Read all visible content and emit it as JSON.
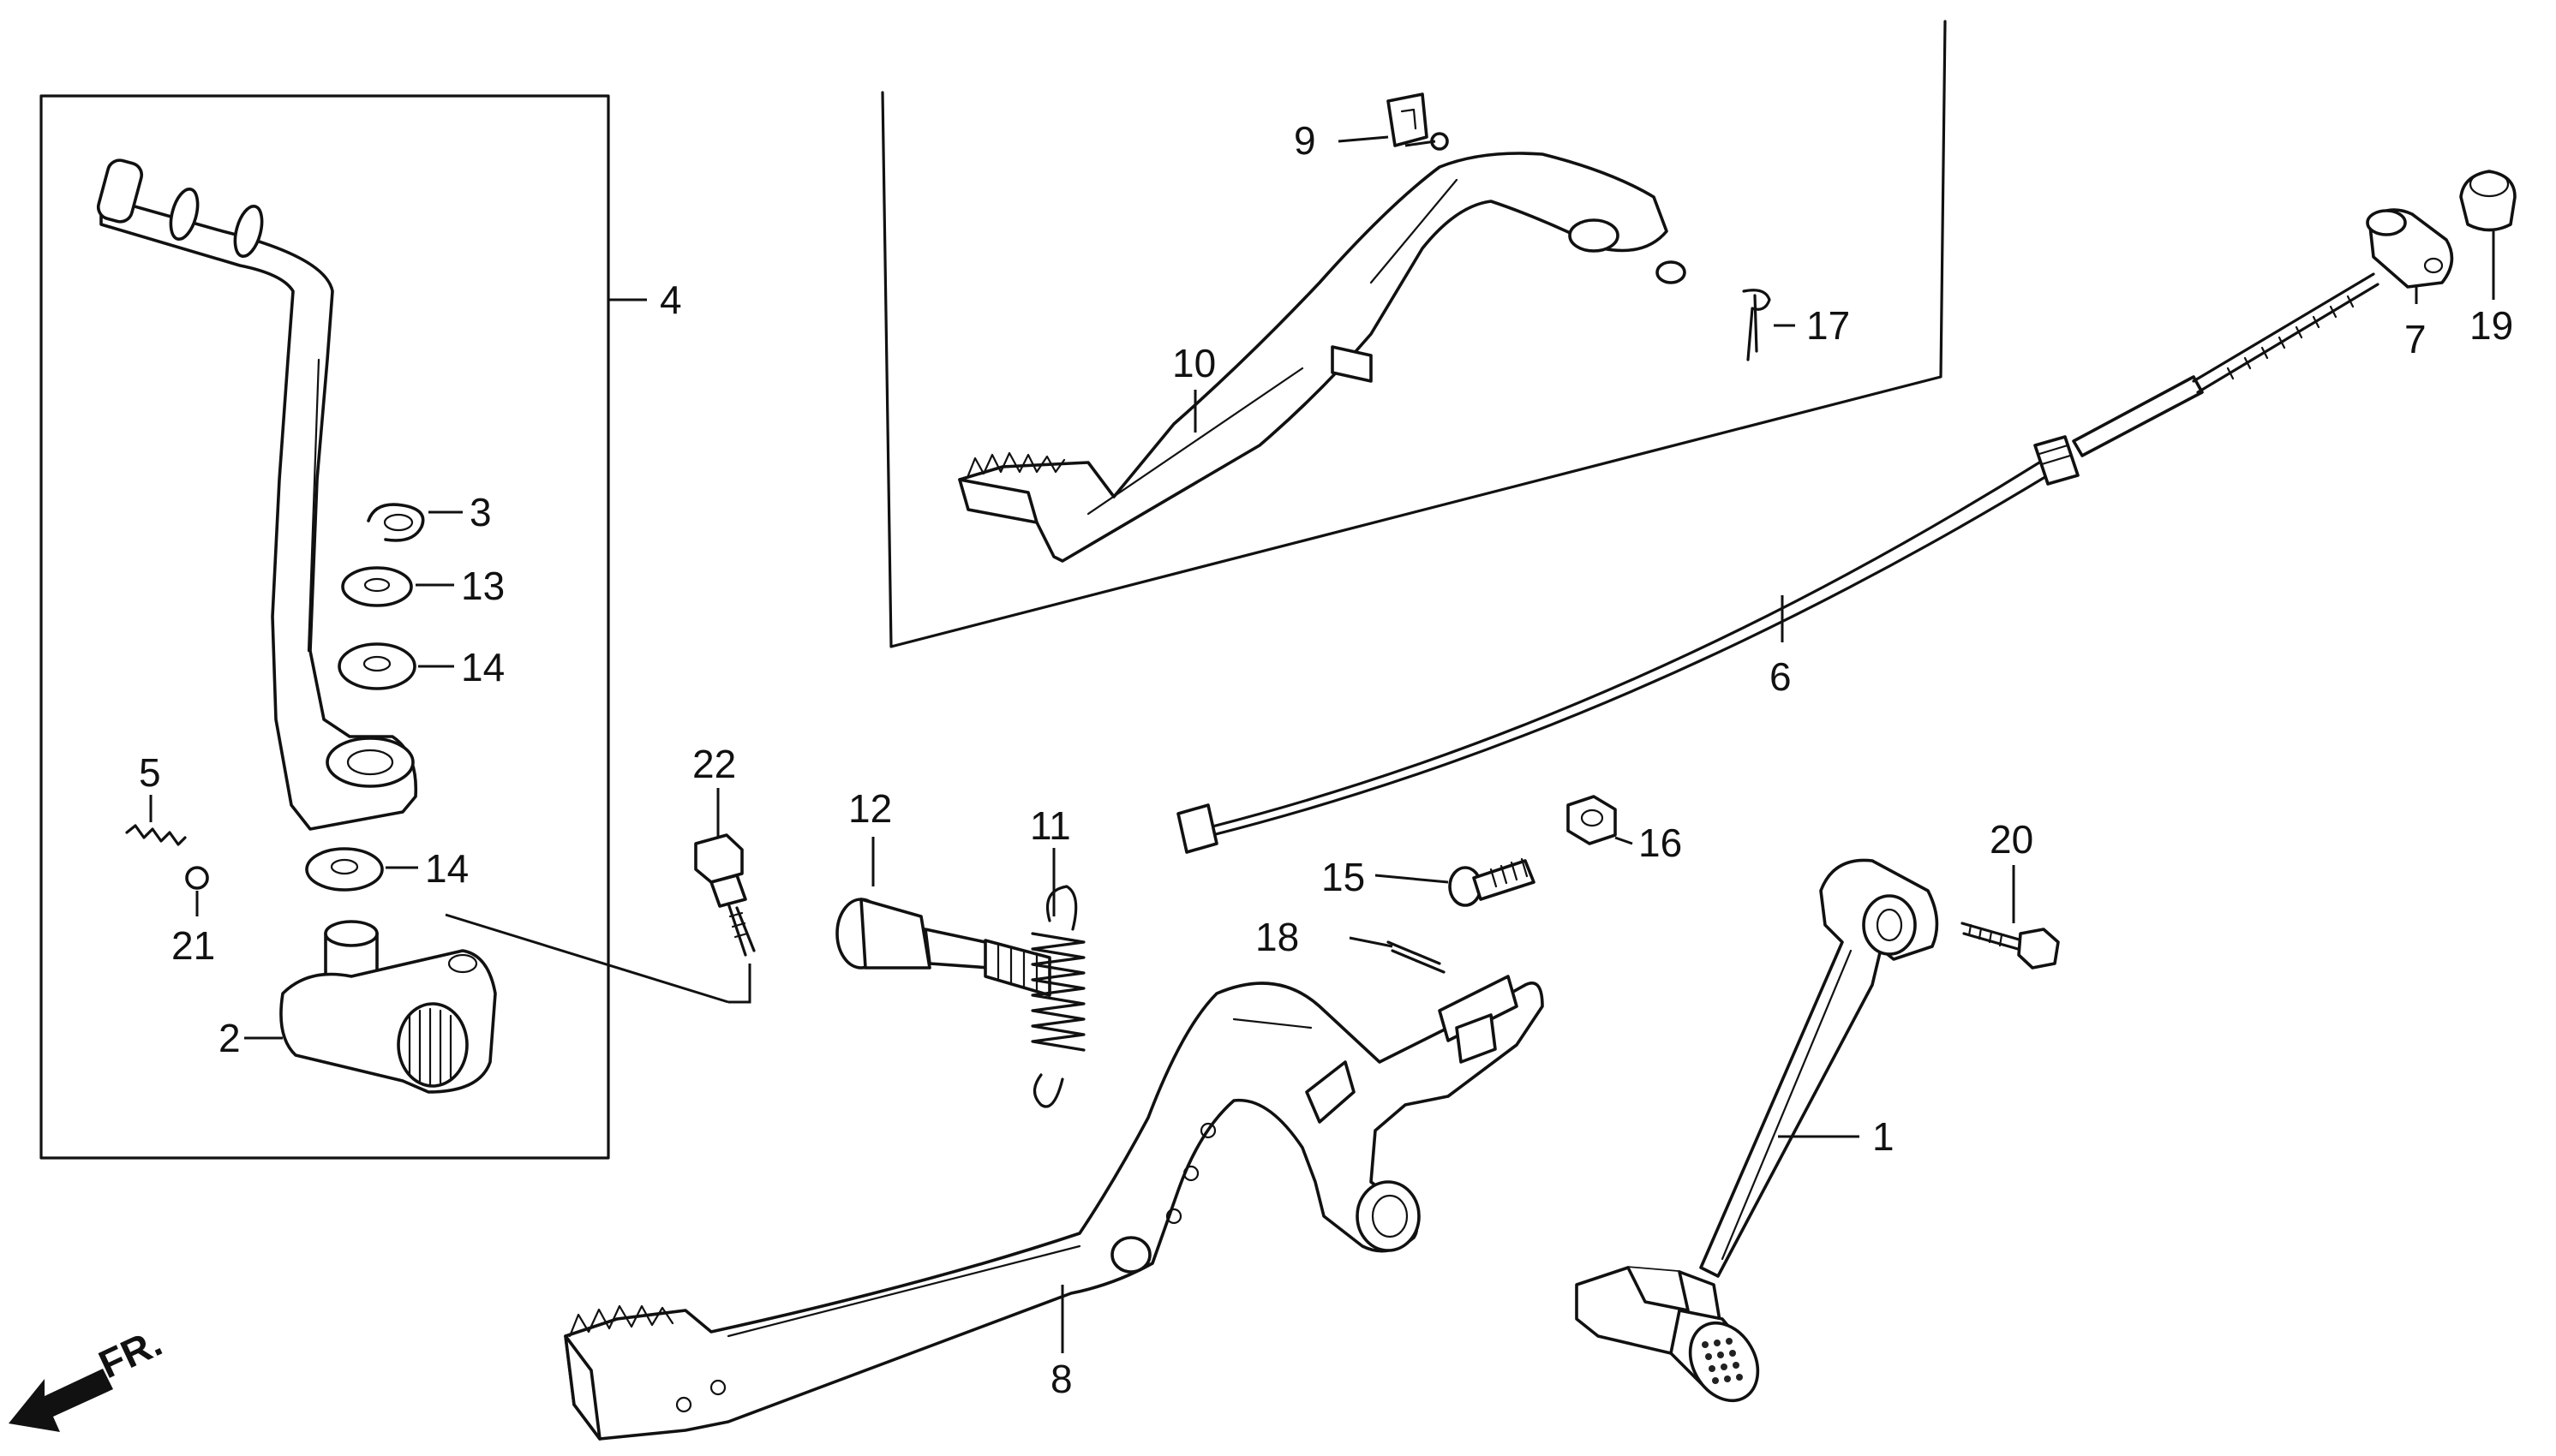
{
  "callouts": {
    "c1": "1",
    "c2": "2",
    "c3": "3",
    "c4": "4",
    "c5": "5",
    "c6": "6",
    "c7": "7",
    "c8": "8",
    "c9": "9",
    "c10": "10",
    "c11": "11",
    "c12": "12",
    "c13": "13",
    "c14a": "14",
    "c14b": "14",
    "c15": "15",
    "c16": "16",
    "c17": "17",
    "c18": "18",
    "c19": "19",
    "c20": "20",
    "c21": "21",
    "c22": "22"
  },
  "direction": {
    "label": "FR.",
    "icon": "front-direction-arrow-icon"
  }
}
